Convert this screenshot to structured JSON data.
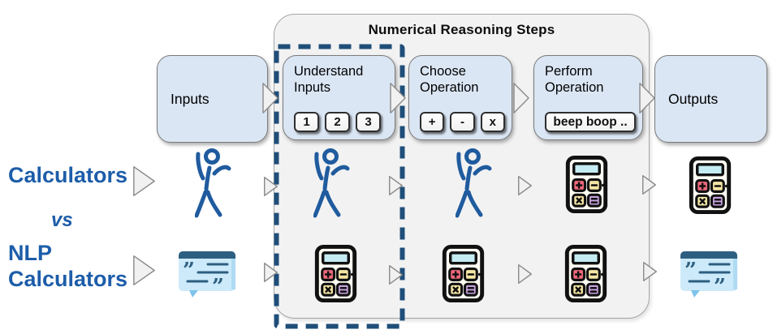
{
  "title": "Numerical Reasoning Steps",
  "comparison": {
    "row1_label": "Calculators",
    "vs_label": "vs",
    "row2_label_line1": "NLP",
    "row2_label_line2": "Calculators"
  },
  "stages": {
    "inputs": {
      "label": "Inputs"
    },
    "understand": {
      "label_line1": "Understand",
      "label_line2": "Inputs",
      "keys": [
        "1",
        "2",
        "3"
      ]
    },
    "choose": {
      "label_line1": "Choose",
      "label_line2": "Operation",
      "keys": [
        "+",
        "-",
        "x"
      ]
    },
    "perform": {
      "label_line1": "Perform",
      "label_line2": "Operation",
      "wide_key": "beep boop .."
    },
    "outputs": {
      "label": "Outputs"
    }
  },
  "icons": {
    "person": "stick-figure-person-icon",
    "calculator": "calculator-icon",
    "speech_bubble": "quoted-text-speech-bubble-icon",
    "arrow": "right-triangle-arrow-icon"
  },
  "colors": {
    "container_fill": "#f2f2f2",
    "container_border": "#a6a6a6",
    "stage_fill": "#dbe6f4",
    "stage_border": "#7a7a7a",
    "dashed_outline": "#1f4e79",
    "label_blue": "#1d5da9",
    "figure_blue": "#1f5b9e",
    "arrow_fill": "#f1f1f1",
    "arrow_border": "#8a8a8a",
    "calc_body": "#fffdf4",
    "calc_screen": "#c5ecf2",
    "calc_key_plus": "#f2697c",
    "calc_key_minus": "#f5e6a3",
    "calc_key_multiply": "#f5e6a3",
    "calc_key_equals": "#c9a3e0",
    "bubble_fill": "#cdeafa",
    "bubble_bar": "#2d5f81",
    "bubble_tail": "#7ec3ea"
  }
}
